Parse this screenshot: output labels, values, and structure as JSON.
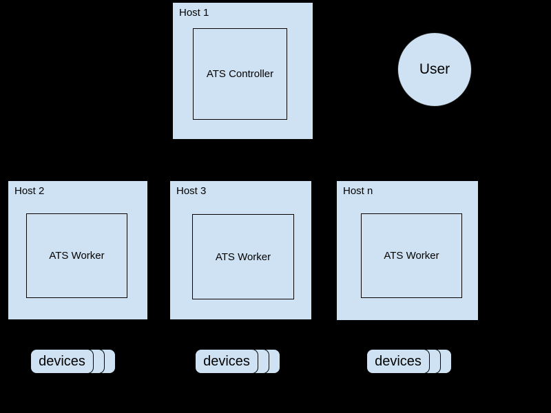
{
  "diagram": {
    "background_color": "#000000",
    "node_fill_color": "#cfe2f3",
    "node_border_color": "#000000",
    "text_color": "#000000",
    "hosts": [
      {
        "label": "Host 1",
        "component": "ATS Controller"
      },
      {
        "label": "Host 2",
        "component": "ATS Worker"
      },
      {
        "label": "Host 3",
        "component": "ATS Worker"
      },
      {
        "label": "Host n",
        "component": "ATS Worker"
      }
    ],
    "actor": {
      "label": "User"
    },
    "device_groups": [
      {
        "label": "devices"
      },
      {
        "label": "devices"
      },
      {
        "label": "devices"
      }
    ]
  }
}
